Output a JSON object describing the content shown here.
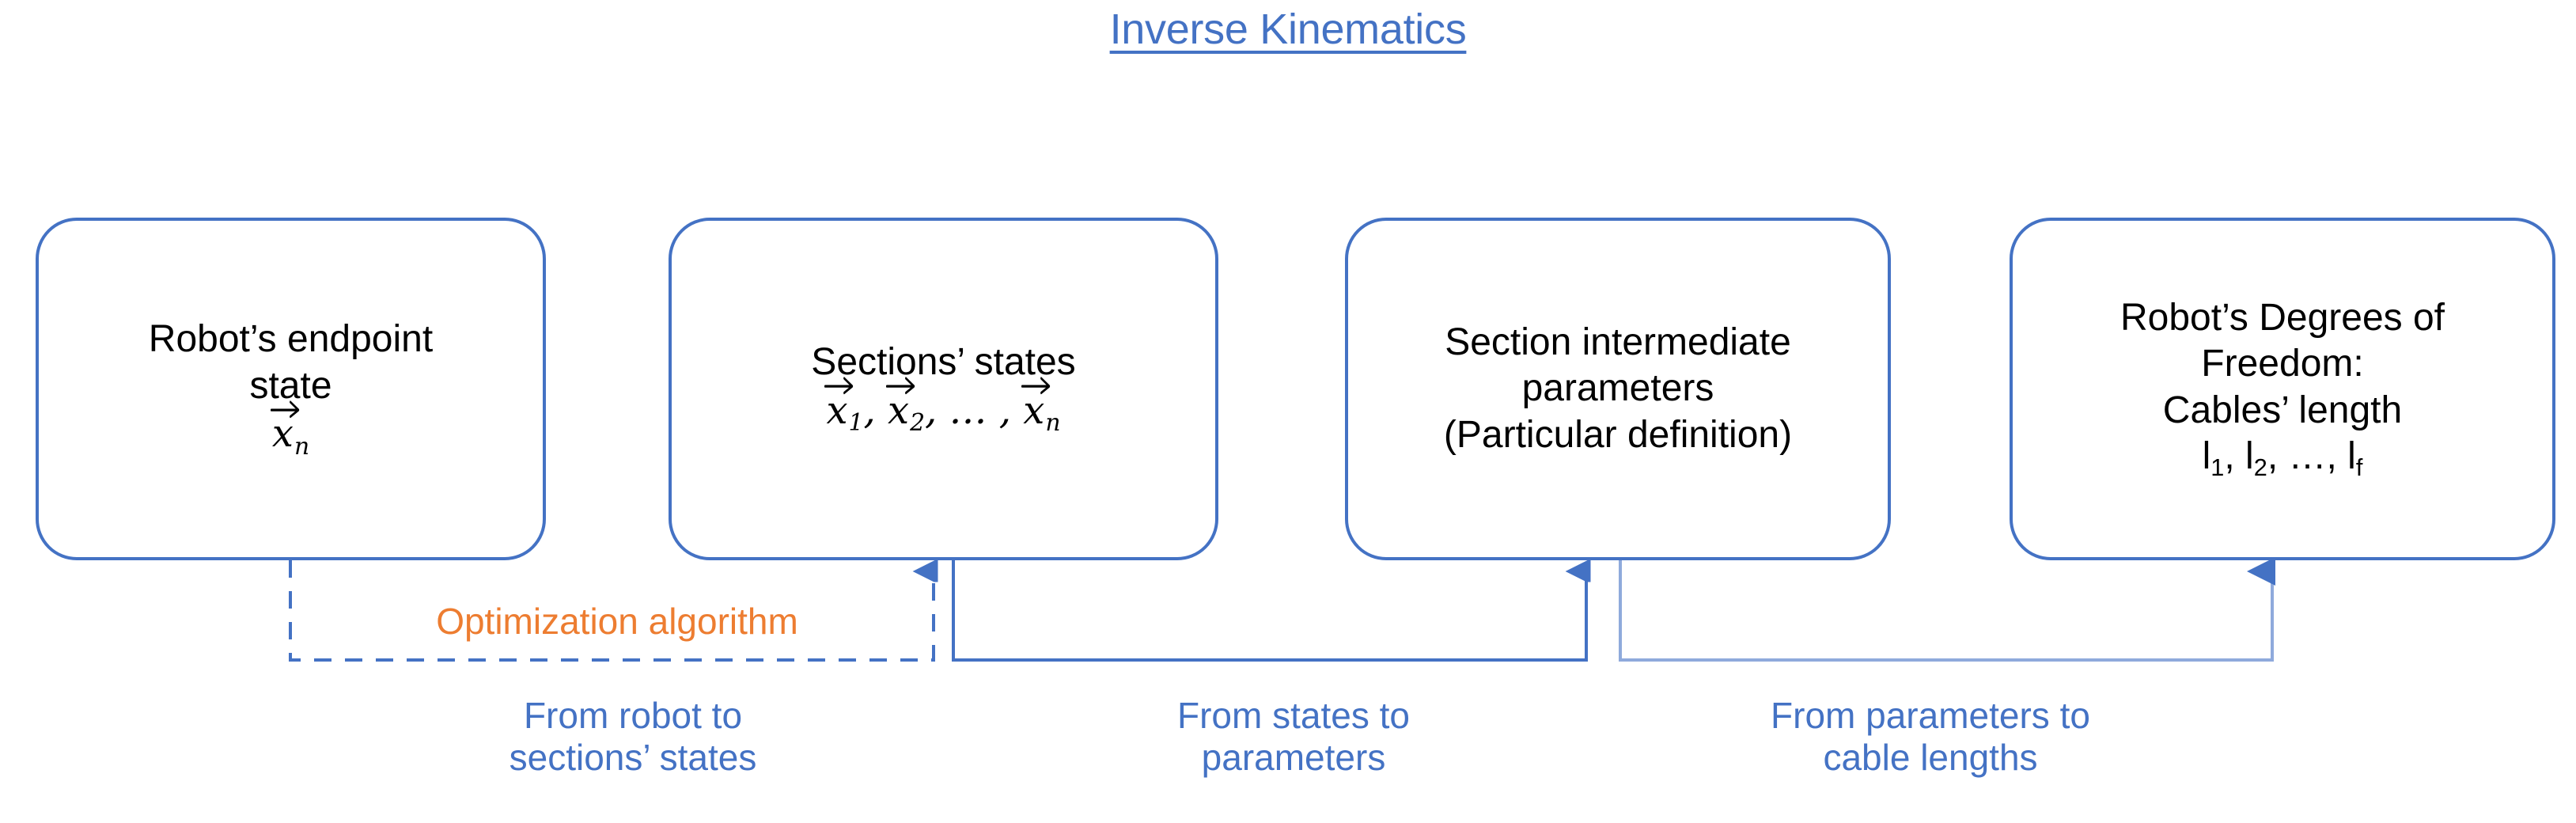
{
  "title": "Inverse Kinematics",
  "colors": {
    "accent_blue": "#4472C4",
    "light_blue": "#8FAADC",
    "orange": "#ED7D31",
    "text_black": "#000000",
    "background": "#FFFFFF"
  },
  "nodes": [
    {
      "id": "robot-endpoint-state",
      "line1": "Robot’s endpoint",
      "line2": "state",
      "math": "x⃗ₙ"
    },
    {
      "id": "sections-states",
      "line1": "Sections’ states",
      "math": "x⃗1, x⃗2, … , x⃗n"
    },
    {
      "id": "section-intermediate-parameters",
      "line1": "Section intermediate",
      "line2": "parameters",
      "line3": "(Particular definition)"
    },
    {
      "id": "robot-degrees-of-freedom",
      "line1": "Robot’s Degrees of",
      "line2": "Freedom:",
      "line3": "Cables’ length",
      "math": "l₁, l₂, …, l_f"
    }
  ],
  "connectors": [
    {
      "id": "optimization-algorithm",
      "label": "Optimization algorithm",
      "style": "dashed",
      "color": "#4472C4",
      "from": "robot-endpoint-state",
      "to": "sections-states"
    },
    {
      "id": "states-to-parameters",
      "label": "",
      "style": "solid",
      "color": "#4472C4",
      "from": "sections-states",
      "to": "section-intermediate-parameters"
    },
    {
      "id": "parameters-to-cables",
      "label": "",
      "style": "solid",
      "color": "#8FAADC",
      "from": "section-intermediate-parameters",
      "to": "robot-degrees-of-freedom"
    }
  ],
  "captions": [
    {
      "line1": "From robot to",
      "line2": "sections’ states"
    },
    {
      "line1": "From states to",
      "line2": "parameters"
    },
    {
      "line1": "From parameters to",
      "line2": "cable lengths"
    }
  ]
}
